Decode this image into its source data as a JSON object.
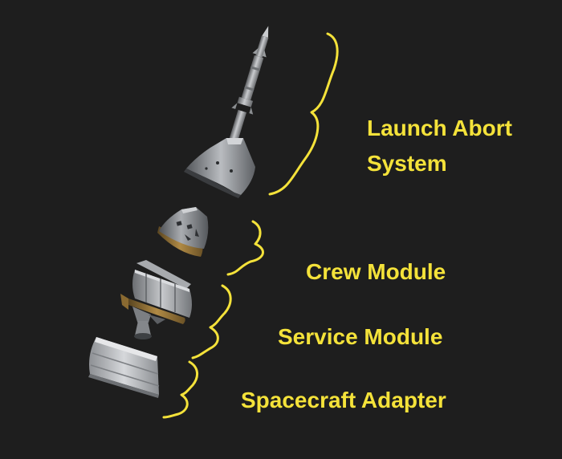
{
  "background_color": "#1e1e1e",
  "label_color": "#f4e23a",
  "bracket_color": "#f4e23a",
  "components": [
    {
      "id": "launch-abort-system",
      "label_lines": [
        "Launch Abort",
        "System"
      ]
    },
    {
      "id": "crew-module",
      "label_lines": [
        "Crew Module"
      ]
    },
    {
      "id": "service-module",
      "label_lines": [
        "Service Module"
      ]
    },
    {
      "id": "spacecraft-adapter",
      "label_lines": [
        "Spacecraft Adapter"
      ]
    }
  ]
}
